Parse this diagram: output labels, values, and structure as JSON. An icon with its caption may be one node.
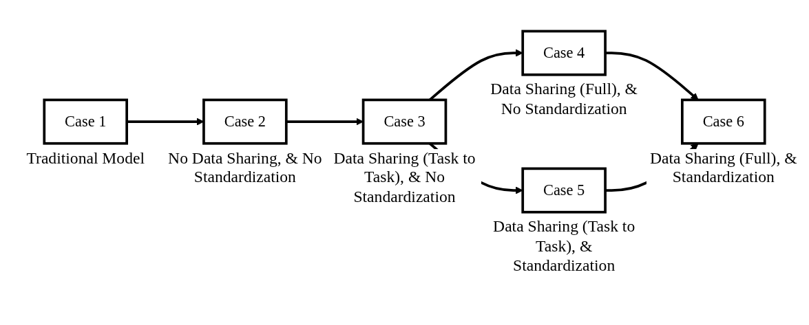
{
  "diagram": {
    "nodes": [
      {
        "text": [
          "Case 1"
        ],
        "beside": [
          "Traditional Model"
        ]
      },
      {
        "text": [
          "Case 2"
        ],
        "beside": [
          "No Data Sharing, & No Standardization"
        ]
      },
      {
        "text": [
          "Case 3"
        ],
        "beside": [
          "Data Sharing (Task to Task), & No Standardization"
        ]
      },
      {
        "text": [
          "Case 4"
        ],
        "beside": [
          "Data Sharing (Full), & No Standardization"
        ]
      },
      {
        "text": [
          "Case 5"
        ],
        "beside": [
          "Data Sharing (Task to Task), & Standardization"
        ]
      },
      {
        "text": [
          "Case 6"
        ],
        "beside": [
          "Data Sharing (Full), & Standardization"
        ]
      }
    ],
    "edges": [
      {
        "from": 0,
        "to": 1,
        "arrow": "to"
      },
      {
        "from": 1,
        "to": 2,
        "arrow": "to"
      },
      {
        "from": 2,
        "to": 3,
        "arrow": "to"
      },
      {
        "from": 2,
        "to": 4,
        "arrow": "to"
      },
      {
        "from": 3,
        "to": 5,
        "arrow": "to"
      },
      {
        "from": 4,
        "to": 5,
        "arrow": "to"
      }
    ]
  }
}
